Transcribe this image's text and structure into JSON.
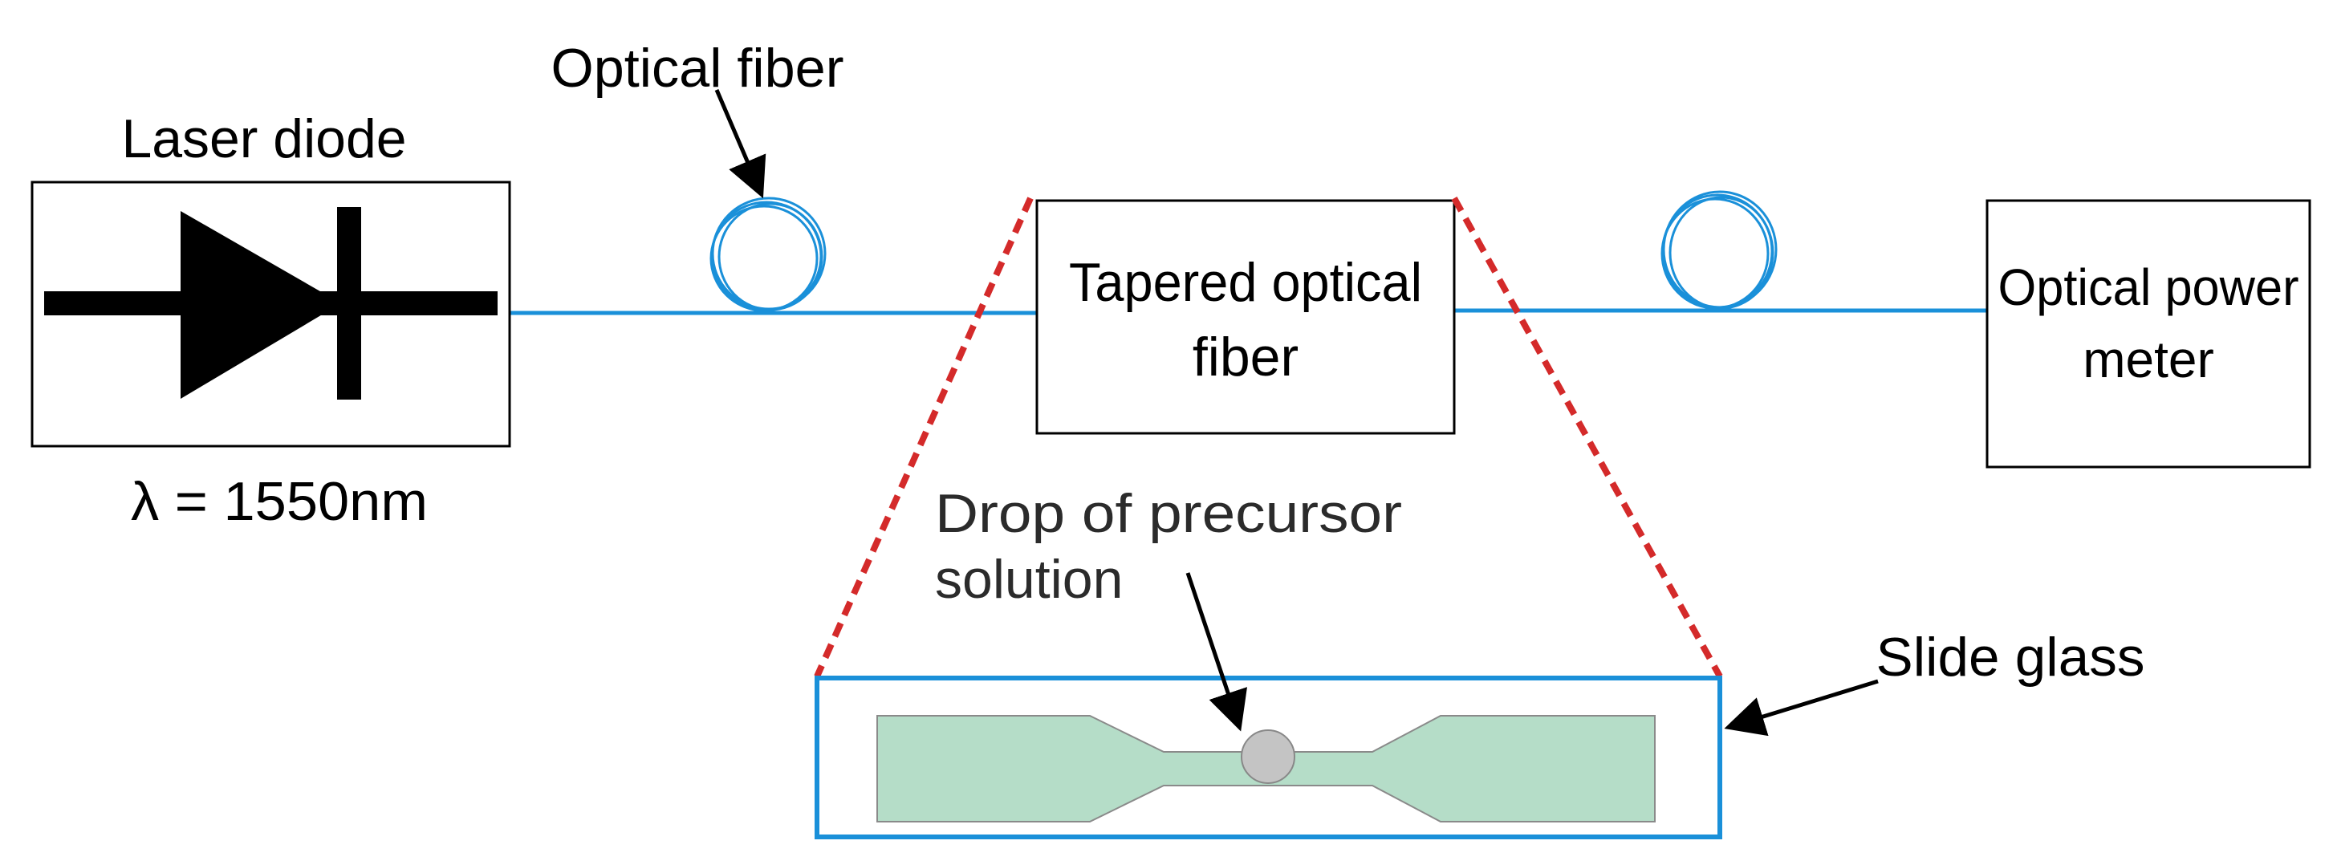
{
  "labels": {
    "laser_diode": "Laser diode",
    "wavelength": "λ = 1550nm",
    "optical_fiber": "Optical fiber",
    "tapered_line1": "Tapered optical",
    "tapered_line2": "fiber",
    "power_meter_line1": "Optical power",
    "power_meter_line2": "meter",
    "drop_line1": "Drop of precursor",
    "drop_line2": "solution",
    "slide_glass": "Slide glass"
  },
  "colors": {
    "fiber": "#1a90d9",
    "zoom_lines": "#d42a2a",
    "taper_fill": "#b5ddc8",
    "taper_stroke": "#8a8a8a",
    "drop_fill": "#c4c4c4",
    "slide_border": "#1a90d9",
    "ink": "#000000"
  }
}
